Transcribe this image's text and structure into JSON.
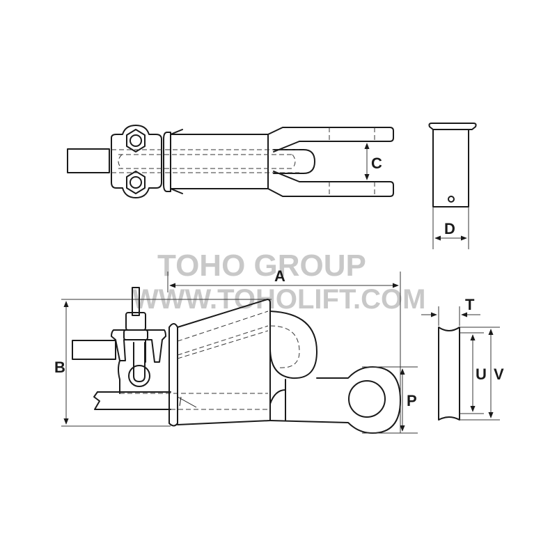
{
  "diagram": {
    "subject": "wedge socket with clamp (technical dimension drawing)",
    "views": [
      "top-view",
      "pin-side-view",
      "front-view",
      "sheave-side-view"
    ],
    "dimension_labels": {
      "A": "A",
      "B": "B",
      "C": "C",
      "D": "D",
      "P": "P",
      "T": "T",
      "U": "U",
      "V": "V"
    },
    "watermark": {
      "line1": "TOHO GROUP",
      "line2": "WWW.TOHOLIFT.COM"
    },
    "colors": {
      "line": "#1a1a1a",
      "watermark": "#c8c8c8",
      "background": "#ffffff"
    }
  }
}
